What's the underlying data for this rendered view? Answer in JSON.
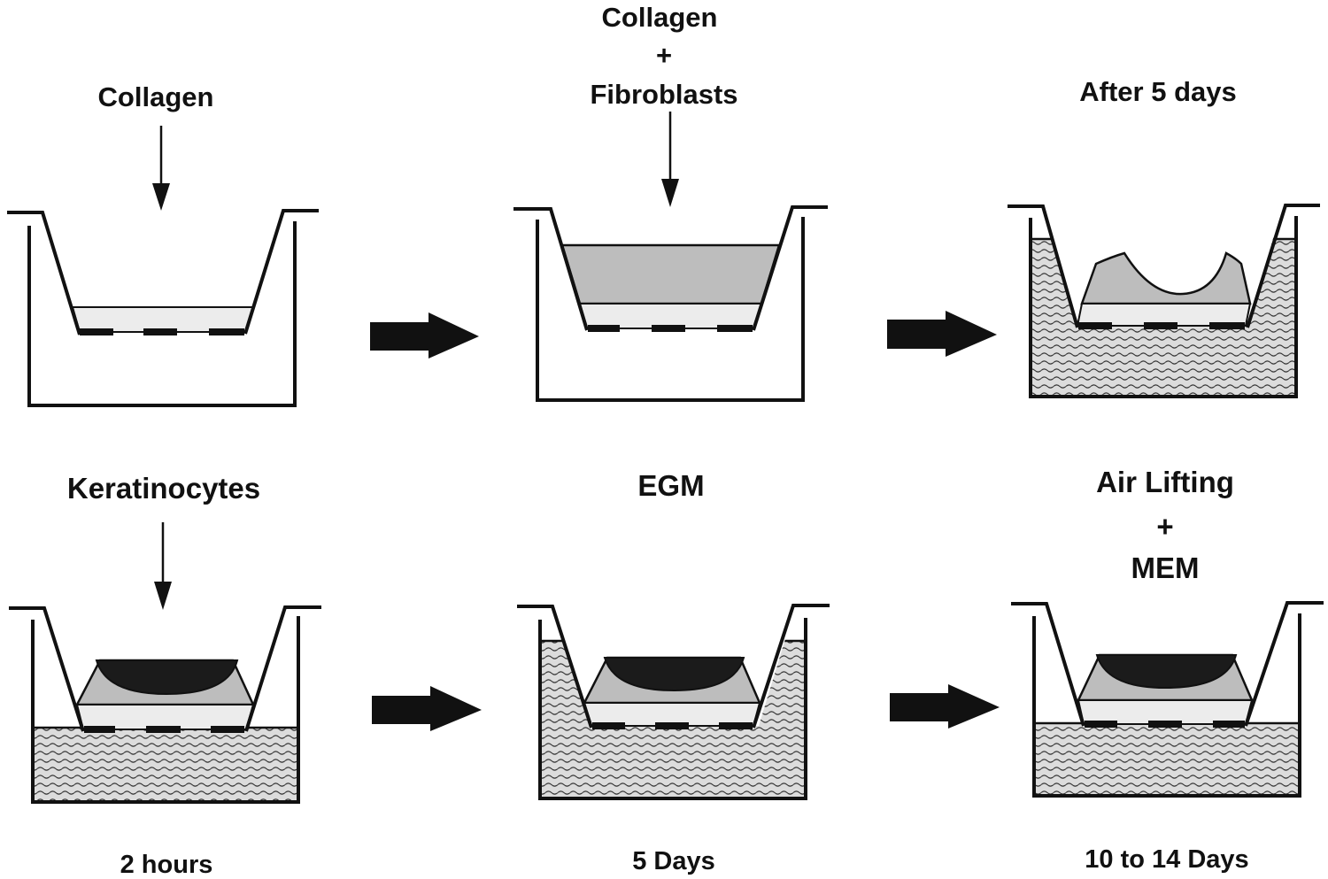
{
  "panels": [
    {
      "id": "p1",
      "label": "Collagen"
    },
    {
      "id": "p2",
      "label_line1": "Collagen",
      "label_plus": "+",
      "label_line2": "Fibroblasts"
    },
    {
      "id": "p3",
      "label": "After 5 days"
    },
    {
      "id": "p4",
      "label": "Keratinocytes",
      "caption": "2 hours"
    },
    {
      "id": "p5",
      "label": "EGM",
      "caption": "5 Days"
    },
    {
      "id": "p6",
      "label_line1": "Air Lifting",
      "label_plus": "+",
      "label_line2": "MEM",
      "caption": "10 to 14 Days"
    }
  ],
  "colors": {
    "line": "#111111",
    "gel": "#bdbdbd",
    "insert_bottom": "#ececec",
    "medium_background": "#dcdcdc",
    "epidermis": "#1b1b1b"
  },
  "patterns": {
    "medium": "wavy-hatch",
    "epidermis": "dashed-dark"
  }
}
